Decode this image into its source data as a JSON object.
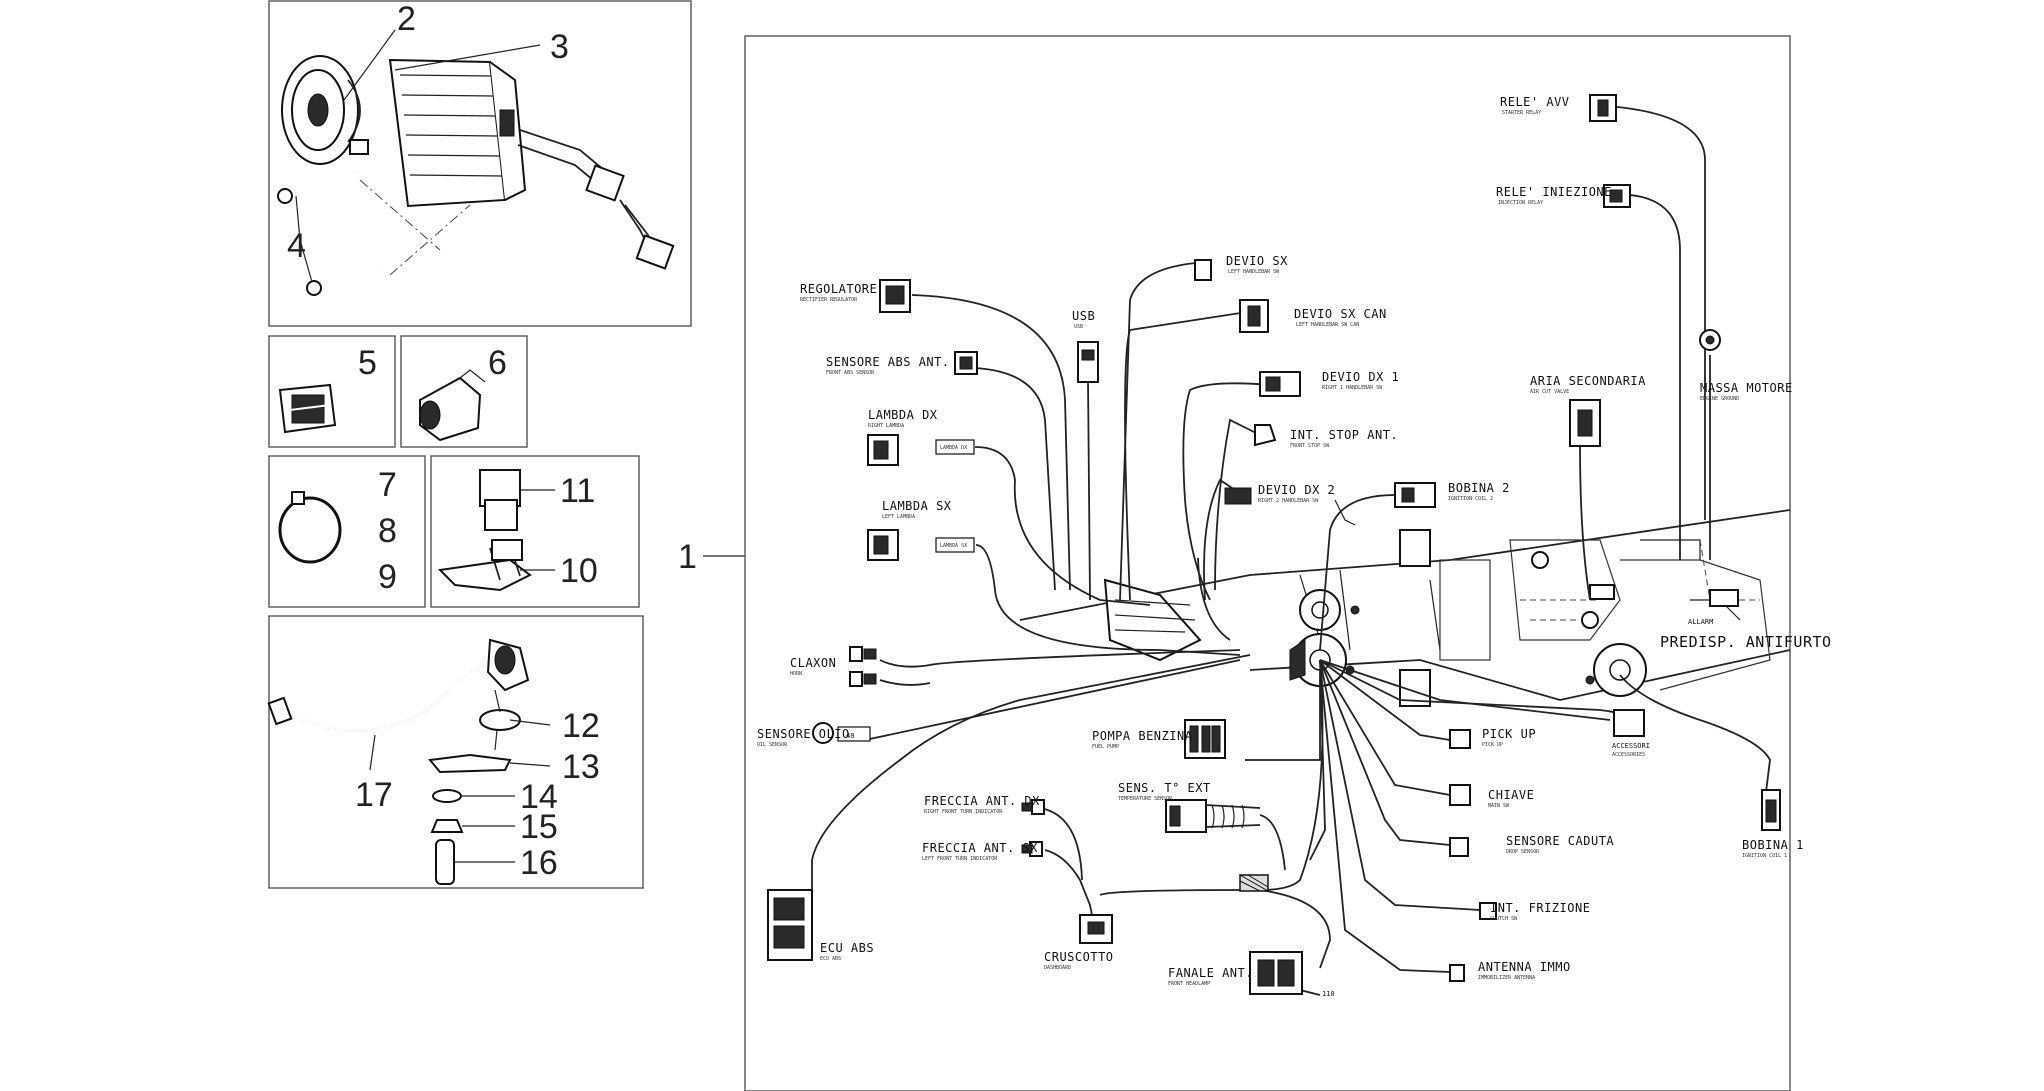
{
  "callouts": {
    "c1": "1",
    "c2": "2",
    "c3": "3",
    "c4": "4",
    "c5": "5",
    "c6": "6",
    "c7": "7",
    "c8": "8",
    "c9": "9",
    "c10": "10",
    "c11": "11",
    "c12": "12",
    "c13": "13",
    "c14": "14",
    "c15": "15",
    "c16": "16",
    "c17": "17"
  },
  "connectors": {
    "rele_avv": {
      "label": "RELE' AVV",
      "sub": "STARTER RELAY"
    },
    "rele_iniezione": {
      "label": "RELE' INIEZIONE",
      "sub": "INJECTION RELAY"
    },
    "devio_sx": {
      "label": "DEVIO SX",
      "sub": "LEFT HANDLEBAR SW"
    },
    "devio_sx_can": {
      "label": "DEVIO SX CAN",
      "sub": "LEFT HANDLEBAR SW CAN"
    },
    "usb": {
      "label": "USB",
      "sub": "USB"
    },
    "regolatore": {
      "label": "REGOLATORE",
      "sub": "RECTIFIER REGULATOR"
    },
    "sensore_abs_ant": {
      "label": "SENSORE ABS ANT.",
      "sub": "FRONT ABS SENSOR"
    },
    "devio_dx_1": {
      "label": "DEVIO DX 1",
      "sub": "RIGHT 1 HANDLEBAR SW"
    },
    "aria_secondaria": {
      "label": "ARIA SECONDARIA",
      "sub": "AIR CUT VALVE"
    },
    "massa_motore": {
      "label": "MASSA MOTORE",
      "sub": "ENGINE GROUND"
    },
    "lambda_dx": {
      "label": "LAMBDA DX",
      "sub": "RIGHT LAMBDA"
    },
    "int_stop_ant": {
      "label": "INT. STOP ANT.",
      "sub": "FRONT STOP SW"
    },
    "devio_dx_2": {
      "label": "DEVIO DX 2",
      "sub": "RIGHT 2 HANDLEBAR SW"
    },
    "bobina_2": {
      "label": "BOBINA 2",
      "sub": "IGNITION COIL 2"
    },
    "lambda_sx": {
      "label": "LAMBDA SX",
      "sub": "LEFT LAMBDA"
    },
    "claxon": {
      "label": "CLAXON",
      "sub": "HORN"
    },
    "predisp_antifurto": {
      "label": "PREDISP. ANTIFURTO"
    },
    "sensore_olio": {
      "label": "SENSORE OLIO",
      "sub": "OIL SENSOR"
    },
    "pompa_benzina": {
      "label": "POMPA BENZINA",
      "sub": "FUEL PUMP"
    },
    "pick_up": {
      "label": "PICK UP",
      "sub": "PICK UP"
    },
    "accessori": {
      "label": "ACCESSORI",
      "sub": "ACCESSORIES"
    },
    "sens_temp_ext": {
      "label": "SENS. T° EXT",
      "sub": "TEMPERATURE SENSOR"
    },
    "chiave": {
      "label": "CHIAVE",
      "sub": "MAIN SW"
    },
    "freccia_ant_dx": {
      "label": "FRECCIA ANT. DX",
      "sub": "RIGHT FRONT TURN INDICATOR"
    },
    "sensore_caduta": {
      "label": "SENSORE CADUTA",
      "sub": "DROP SENSOR"
    },
    "bobina_1": {
      "label": "BOBINA 1",
      "sub": "IGNITION COIL 1"
    },
    "freccia_ant_sx": {
      "label": "FRECCIA ANT. SX",
      "sub": "LEFT FRONT TURN INDICATOR"
    },
    "int_frizione": {
      "label": "INT. FRIZIONE",
      "sub": "CLUTCH SW"
    },
    "ecu_abs": {
      "label": "ECU ABS",
      "sub": "ECU ABS"
    },
    "cruscotto": {
      "label": "CRUSCOTTO",
      "sub": "DASHBOARD"
    },
    "antenna_immo": {
      "label": "ANTENNA IMMO",
      "sub": "IMMOBILIZER ANTENNA"
    },
    "fanale_ant": {
      "label": "FANALE ANT.",
      "sub": "FRONT HEADLAMP"
    }
  },
  "small_tags": {
    "lambda_dx_tag": "LAMBDA DX",
    "lambda_sx_tag": "LAMBDA SX",
    "oil_tag": "40",
    "fanale_tag": "110",
    "allarm_tag": "ALLARM"
  }
}
